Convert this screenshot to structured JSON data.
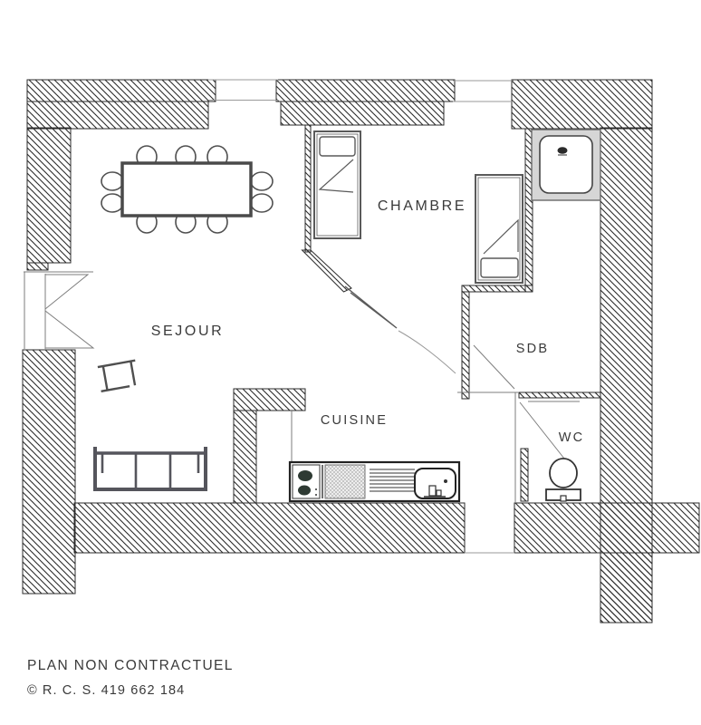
{
  "plan": {
    "rooms": {
      "sejour": "SEJOUR",
      "chambre": "CHAMBRE",
      "sdb": "SDB",
      "wc": "WC",
      "cuisine": "CUISINE"
    },
    "footer": {
      "disclaimer": "PLAN NON CONTRACTUEL",
      "registration": "© R. C. S. 419 662 184"
    },
    "colors": {
      "wall_hatch_line": "#2b2b2b",
      "wall_outline": "#2b2b2b",
      "furniture_line": "#4f4f4f",
      "label_text": "#3a3a3a",
      "background": "#ffffff"
    }
  }
}
